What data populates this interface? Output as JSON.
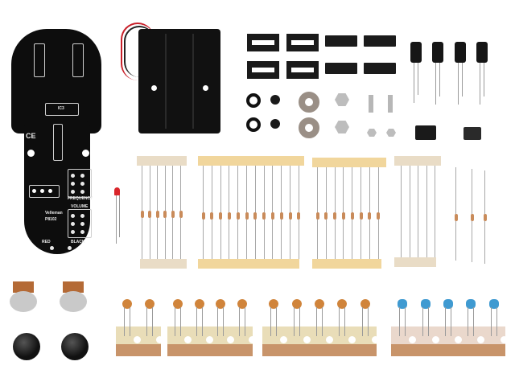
{
  "scene": {
    "description": "Electronics kit contents laid out on white background",
    "background": "#ffffff"
  },
  "pcb": {
    "brand": "Velleman",
    "model": "P8102",
    "labels": {
      "frequency": "FREQUENCY",
      "volume": "VOLUME",
      "red": "RED",
      "black": "BLACK",
      "ce": "CE",
      "ic": "IC3"
    },
    "color": "#0d0d0d"
  },
  "components": {
    "battery_holder": {
      "count": 1,
      "type": "3xAA battery holder with red/black leads"
    },
    "ic_sockets": {
      "count": 4
    },
    "ics": {
      "count": 4
    },
    "electrolytic_capacitors": {
      "count": 4
    },
    "rubber_washers": {
      "count": 4
    },
    "metal_washers": {
      "count": 2
    },
    "hex_nuts": {
      "count": 2
    },
    "screws": {
      "count": 2
    },
    "small_nuts": {
      "count": 2
    },
    "audio_jack": {
      "count": 1
    },
    "slide_switch": {
      "count": 1
    },
    "led": {
      "count": 1,
      "color": "#d9262b"
    },
    "resistor_strips": [
      {
        "count": 6,
        "tape_color": "#e9dcc6"
      },
      {
        "count": 12,
        "tape_color": "#f1d69c"
      },
      {
        "count": 8,
        "tape_color": "#f1d69c"
      },
      {
        "count": 5,
        "tape_color": "#e9dcc6"
      }
    ],
    "loose_resistors": {
      "count": 3
    },
    "potentiometers": {
      "count": 2
    },
    "knobs": {
      "count": 2
    },
    "ceramic_capacitor_strips": [
      {
        "count": 2,
        "color": "#d0843b"
      },
      {
        "count": 4,
        "color": "#d0843b"
      },
      {
        "count": 5,
        "color": "#d0843b"
      },
      {
        "count": 5,
        "color": "#3f9ad1"
      }
    ]
  }
}
